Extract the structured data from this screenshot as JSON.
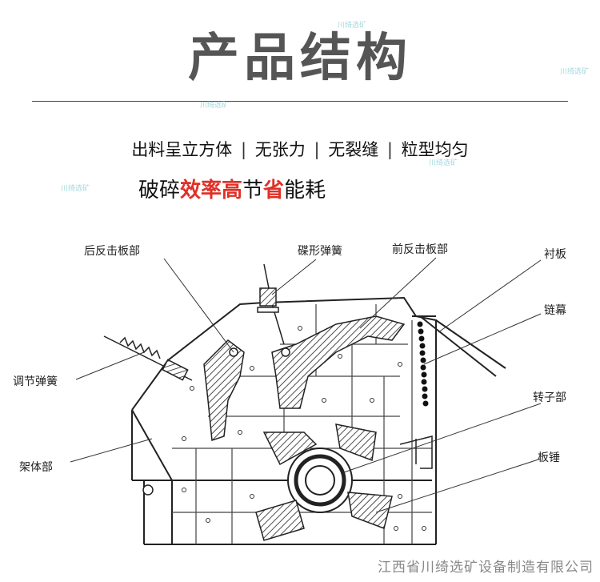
{
  "header": {
    "title": "产品结构"
  },
  "tagline": {
    "items": [
      "出料呈立方体",
      "无张力",
      "无裂缝",
      "粒型均匀"
    ],
    "separator": "|"
  },
  "slogan": {
    "part1": "破碎",
    "part2": "效率高",
    "part3": "节",
    "part4": "省",
    "part5": "能耗"
  },
  "diagram": {
    "labels": {
      "rear_impact_plate": "后反击板部",
      "disc_spring": "碟形弹簧",
      "front_impact_plate": "前反击板部",
      "liner": "衬板",
      "chain_curtain": "链幕",
      "adjusting_spring": "调节弹簧",
      "rotor": "转子部",
      "frame": "架体部",
      "blow_bar": "板锤"
    }
  },
  "watermark": "川绮选矿",
  "footer": {
    "company": "江西省川绮选矿设备制造有限公司"
  },
  "colors": {
    "accent_red": "#e03027",
    "title_gray": "#555555"
  }
}
